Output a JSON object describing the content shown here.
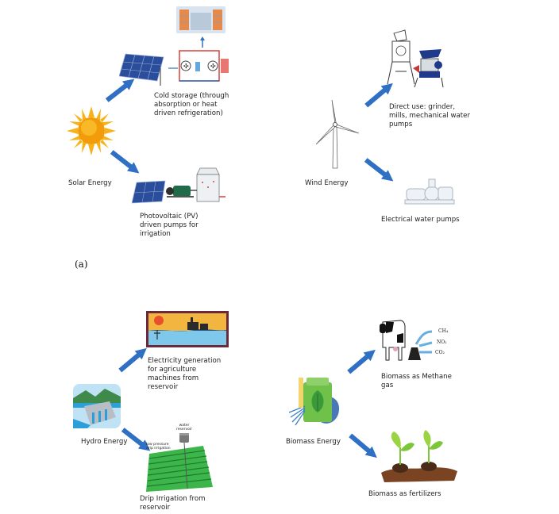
{
  "panel_a": {
    "label": "(a)",
    "solar": {
      "source": "Solar Energy",
      "cold_storage_lines": [
        "Cold storage (through",
        "absorption or heat",
        "driven refrigeration)"
      ],
      "pv_lines": [
        "Photovoltaic (PV)",
        "driven pumps for",
        "irrigation"
      ]
    },
    "wind": {
      "source": "Wind Energy",
      "direct_use_lines": [
        "Direct use: grinder,",
        "mills, mechanical water",
        "pumps"
      ],
      "electrical_pumps": "Electrical water pumps"
    }
  },
  "panel_b": {
    "hydro": {
      "source": "Hydro Energy",
      "electricity_lines": [
        "Electricity generation",
        "for agriculture",
        "machines from",
        "reservoir"
      ],
      "drip_lines": [
        "Drip Irrigation from",
        "reservoir"
      ],
      "drip_labels": {
        "reservoir": [
          "water",
          "reservoir"
        ],
        "low_pressure": [
          "low pressure",
          "drip irrigation"
        ]
      }
    },
    "biomass": {
      "source": "Biomass Energy",
      "methane_lines": [
        "Biomass as Methane",
        "gas"
      ],
      "fertilizers": "Biomass as fertilizers",
      "gases": [
        "CH₄",
        "NO₂",
        "CO₂"
      ]
    }
  },
  "colors": {
    "arrow": "#2f6fc4",
    "sun": "#f5a10a",
    "panel": "#2a4d9c",
    "grass": "#3cb64a"
  }
}
